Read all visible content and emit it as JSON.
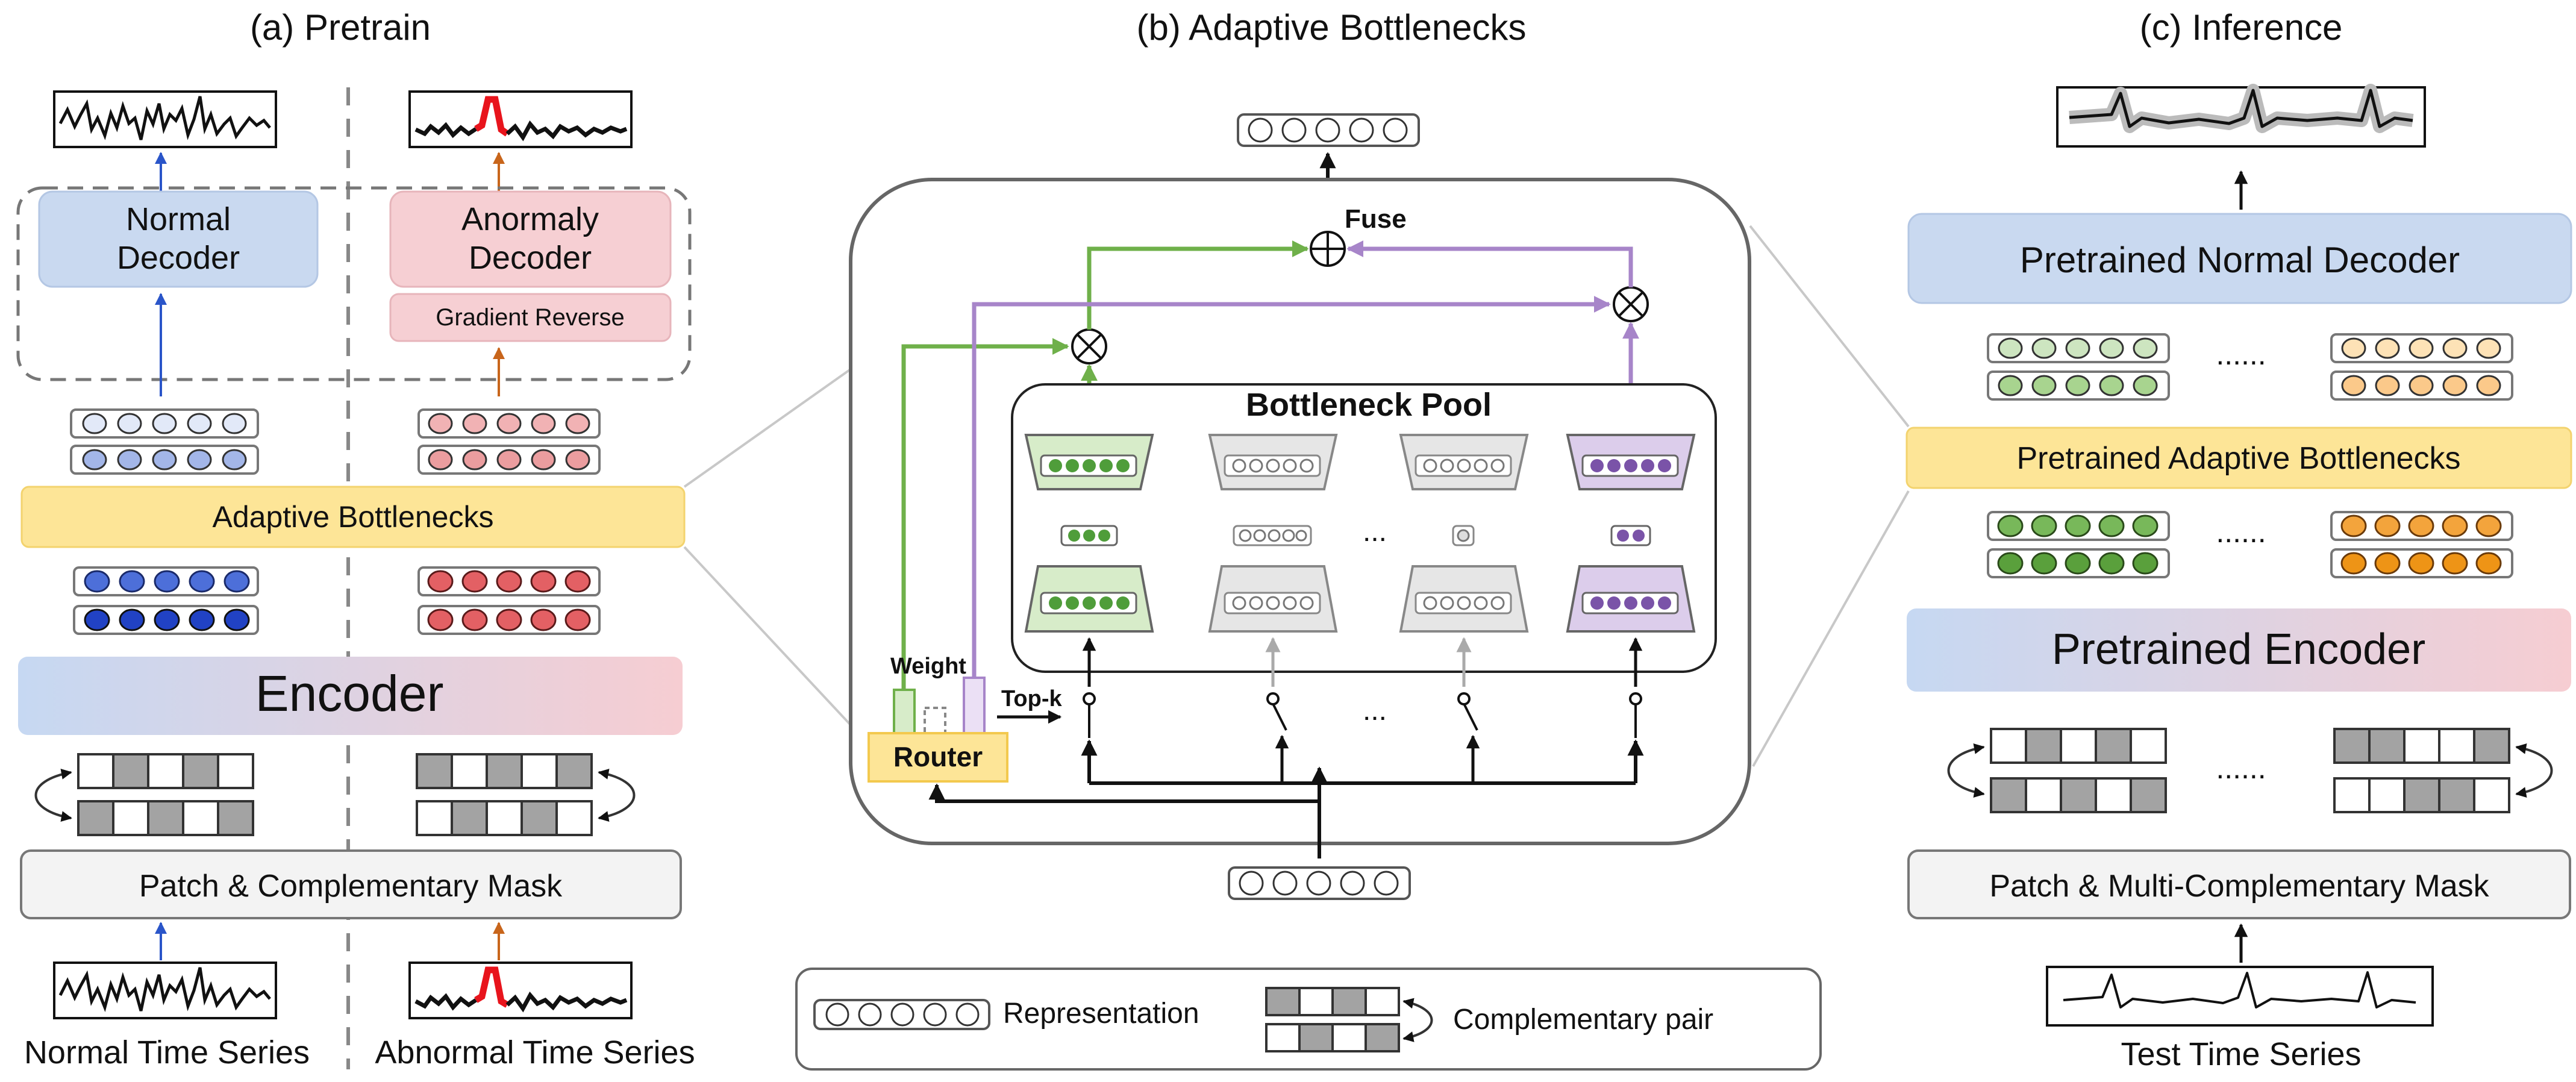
{
  "panels": {
    "pretrain": "(a) Pretrain",
    "bottlenecks": "(b) Adaptive Bottlenecks",
    "inference": "(c) Inference"
  },
  "pretrain": {
    "normal_decoder": [
      "Normal",
      "Decoder"
    ],
    "anomaly_decoder": [
      "Anormaly",
      "Decoder"
    ],
    "gradient_reverse": "Gradient Reverse",
    "adaptive_bottlenecks": "Adaptive Bottlenecks",
    "encoder": "Encoder",
    "patch_mask": "Patch & Complementary Mask",
    "normal_series": "Normal Time Series",
    "abnormal_series": "Abnormal Time Series"
  },
  "bottleneck": {
    "fuse": "Fuse",
    "pool": "Bottleneck Pool",
    "weight": "Weight",
    "topk": "Top-k",
    "router": "Router",
    "ellipsis": "..."
  },
  "legend": {
    "representation": "Representation",
    "complementary_pair": "Complementary pair"
  },
  "inference": {
    "normal_decoder": "Pretrained Normal Decoder",
    "adaptive_bottlenecks": "Pretrained Adaptive Bottlenecks",
    "encoder": "Pretrained Encoder",
    "patch_mask": "Patch & Multi-Complementary Mask",
    "test_series": "Test Time Series",
    "ellipsis": "......"
  },
  "colors": {
    "decoder_blue": "#c9d9f0",
    "decoder_pink": "#f6cfd3",
    "bottleneck_yellow": "#fde597",
    "green": "#6fb04a",
    "purple": "#a785c9",
    "blue_arrow": "#2a55c9",
    "orange_arrow": "#c8651b",
    "red_spike": "#e8141c"
  }
}
